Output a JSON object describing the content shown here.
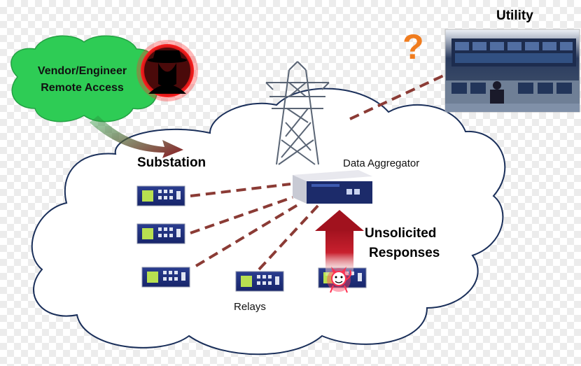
{
  "labels": {
    "vendor_line1": "Vendor/Engineer",
    "vendor_line2": "Remote Access",
    "substation": "Substation",
    "data_aggregator": "Data Aggregator",
    "relays": "Relays",
    "unsolicited_line1": "Unsolicited",
    "unsolicited_line2": "Responses",
    "utility": "Utility",
    "question": "?"
  },
  "colors": {
    "cloud_outline": "#1a2f5a",
    "vendor_cloud": "#2ecc55",
    "dashed_link": "#8b3b35",
    "question": "#f07c1e",
    "arrow": "#b0202a"
  },
  "icons": {
    "hacker": "hacker-silhouette-icon",
    "tower": "transmission-tower-icon",
    "monitor": "control-room-image",
    "devil": "devil-icon"
  }
}
